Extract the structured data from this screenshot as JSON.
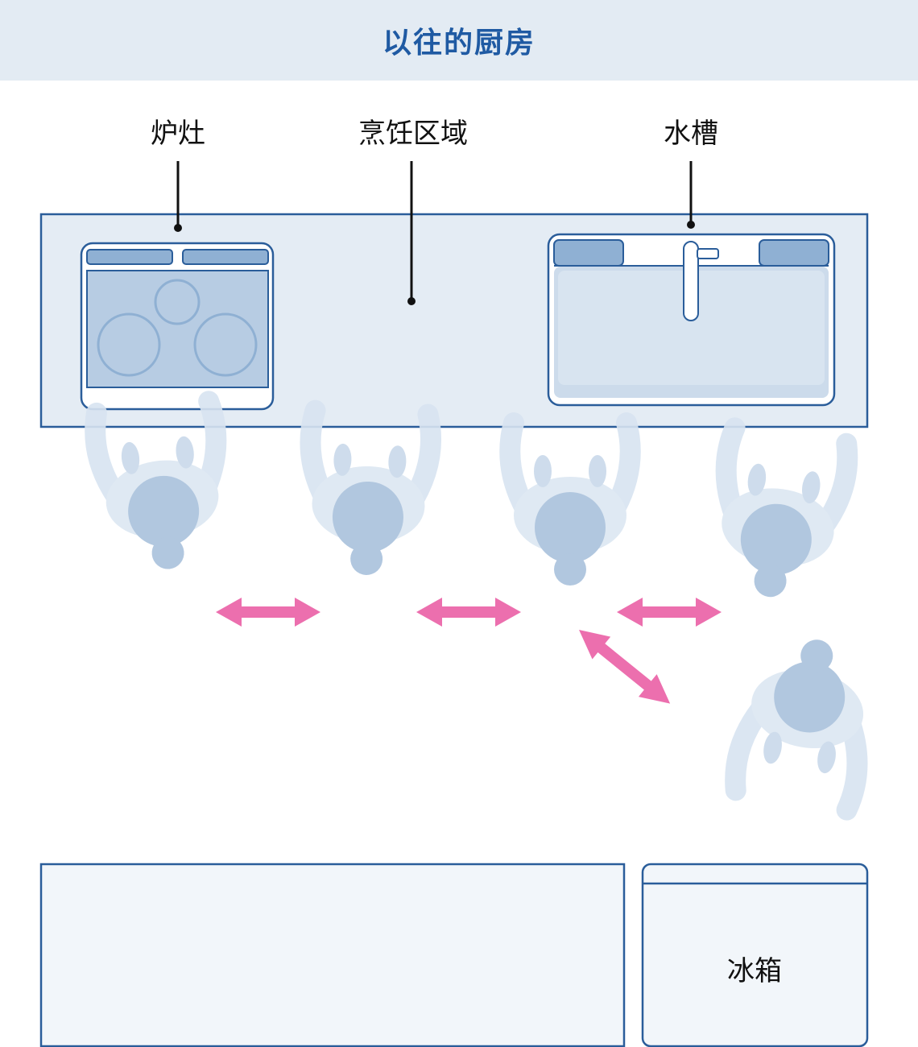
{
  "header": {
    "title": "以往的厨房"
  },
  "labels": {
    "stove": "炉灶",
    "cooking_area": "烹饪区域",
    "sink": "水槽",
    "refrigerator": "冰箱"
  },
  "colors": {
    "header_bg": "#e3ebf3",
    "title": "#1f5aa3",
    "counter_fill": "#e4ecf4",
    "outline": "#2a5d9a",
    "arrow": "#ec6fae",
    "person": "#a9c1dc"
  }
}
